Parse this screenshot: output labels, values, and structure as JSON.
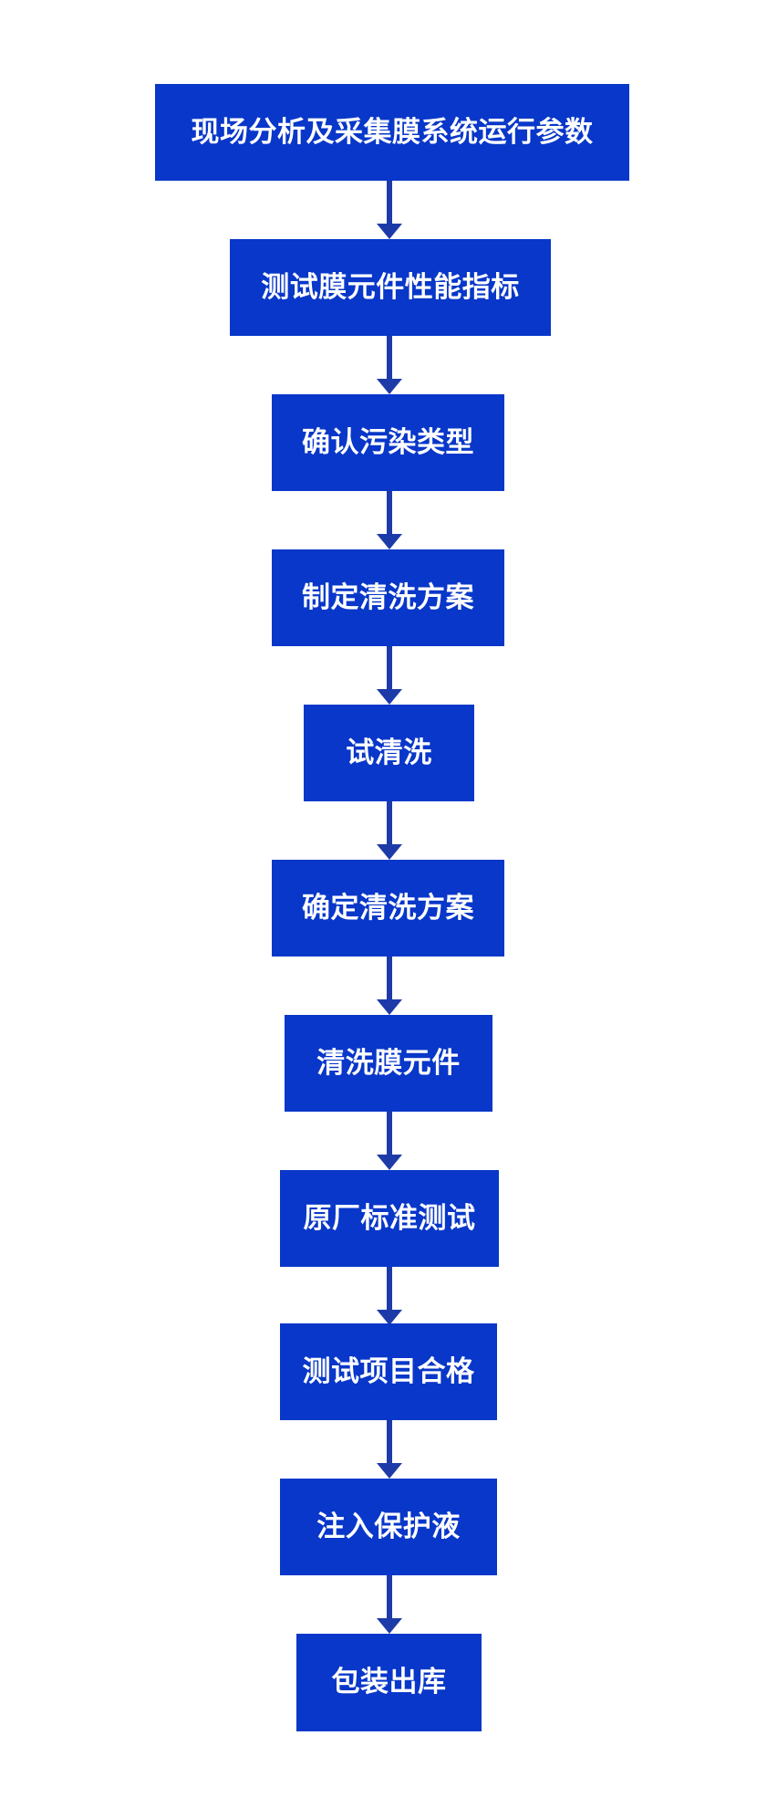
{
  "flowchart": {
    "type": "vertical-process-flow",
    "background_color": "#ffffff",
    "node_fill_color": "#0837c9",
    "node_text_color": "#ffffff",
    "arrow_color": "#1d3ba8",
    "nodes": [
      {
        "label": "现场分析及采集膜系统运行参数"
      },
      {
        "label": "测试膜元件性能指标"
      },
      {
        "label": "确认污染类型"
      },
      {
        "label": "制定清洗方案"
      },
      {
        "label": "试清洗"
      },
      {
        "label": "确定清洗方案"
      },
      {
        "label": "清洗膜元件"
      },
      {
        "label": "原厂标准测试"
      },
      {
        "label": "测试项目合格"
      },
      {
        "label": "注入保护液"
      },
      {
        "label": "包装出库"
      }
    ],
    "connectors": {
      "count": 10,
      "direction": "down",
      "style": "solid-stem-with-triangle-head"
    }
  }
}
